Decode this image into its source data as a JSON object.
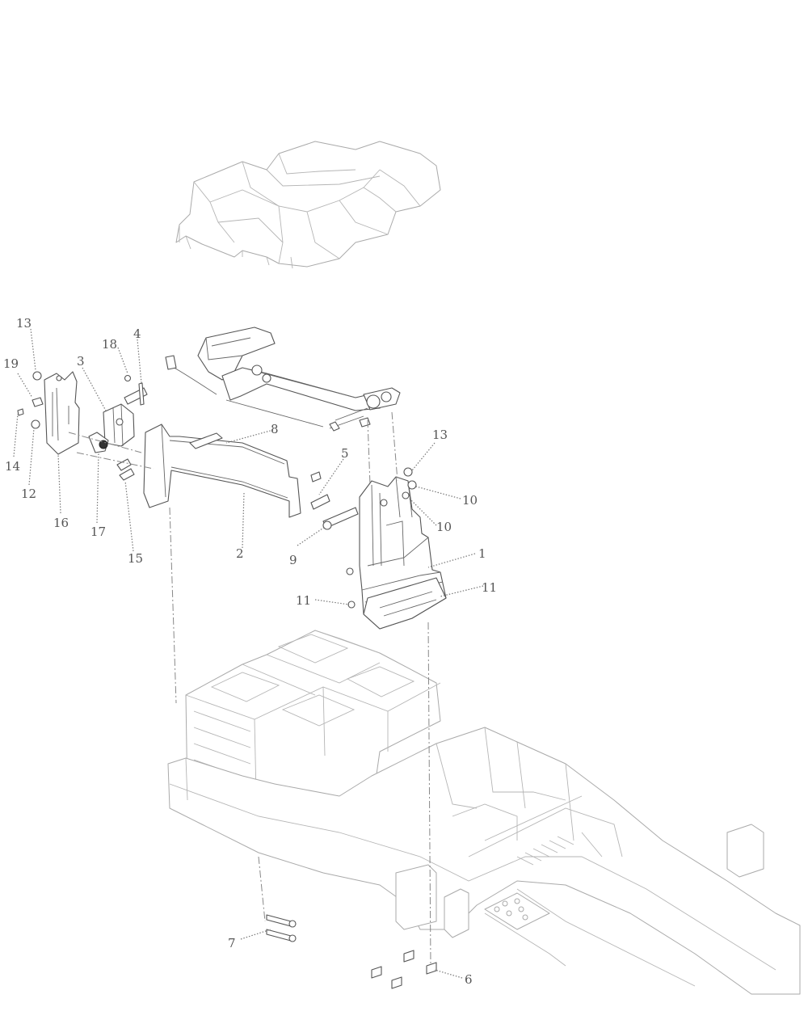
{
  "callouts": {
    "c1": "1",
    "c2": "2",
    "c3": "3",
    "c4": "4",
    "c5": "5",
    "c6": "6",
    "c7": "7",
    "c8": "8",
    "c9": "9",
    "c10a": "10",
    "c10b": "10",
    "c11a": "11",
    "c11b": "11",
    "c12": "12",
    "c13a": "13",
    "c13b": "13",
    "c14": "14",
    "c15": "15",
    "c16": "16",
    "c17": "17",
    "c18": "18",
    "c19": "19"
  }
}
